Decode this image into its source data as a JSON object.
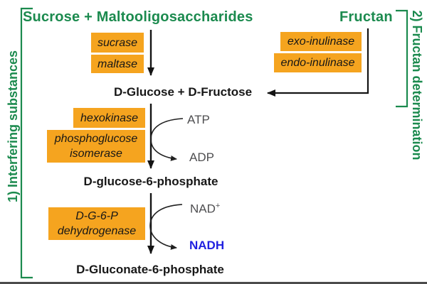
{
  "colors": {
    "green": "#1b8a4e",
    "orange": "#f5a41f",
    "gray": "#4e4e50",
    "blue": "#2121e0",
    "ink": "#141414"
  },
  "header": {
    "left_title": "Sucrose + Maltooligosaccharides",
    "right_title": "Fructan"
  },
  "side_labels": {
    "left": "1) Interfering substances",
    "right": "2) Fructan determination"
  },
  "enzymes": {
    "sucrase": "sucrase",
    "maltase": "maltase",
    "exo_inulinase": "exo-inulinase",
    "endo_inulinase": "endo-inulinase",
    "hexokinase": "hexokinase",
    "phosphoglucose_isomerase": "phosphoglucose isomerase",
    "dg6p_dehydrogenase": "D-G-6-P dehydrogenase"
  },
  "metabolites": {
    "glucose_fructose": "D-Glucose + D-Fructose",
    "glucose6p": "D-glucose-6-phosphate",
    "gluconate6p": "D-Gluconate-6-phosphate"
  },
  "cofactors": {
    "atp": "ATP",
    "adp": "ADP",
    "nad": "NAD",
    "nad_sup": "+",
    "nadh": "NADH"
  }
}
